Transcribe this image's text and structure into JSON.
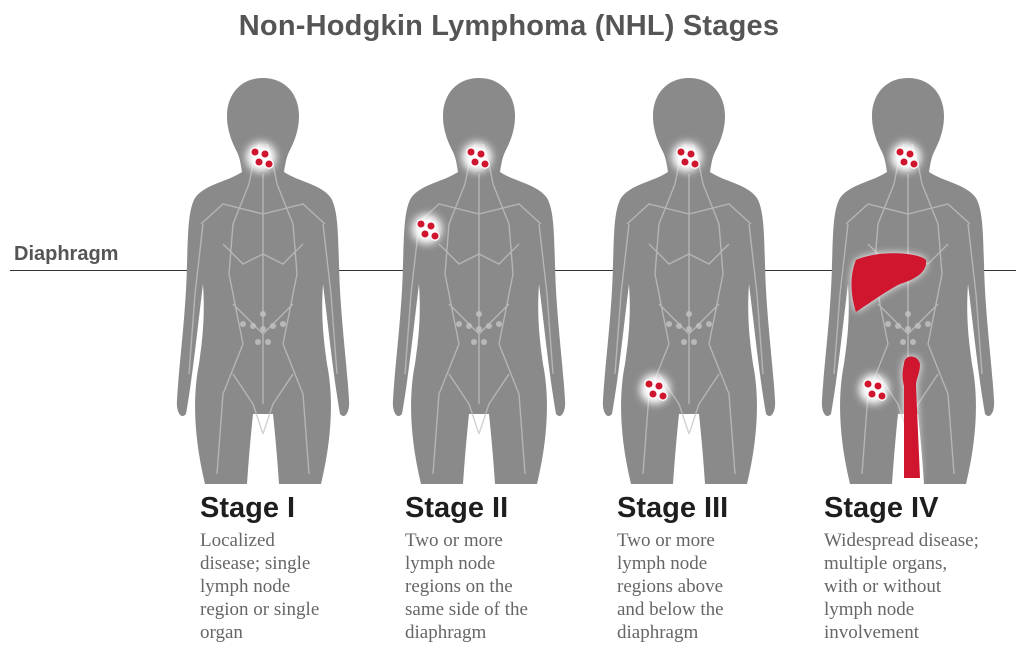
{
  "title": "Non-Hodgkin Lymphoma (NHL) Stages",
  "diaphragm_label": "Diaphragm",
  "colors": {
    "body": "#8a8a8a",
    "lymph_lines": "#c4c4c4",
    "disease": "#d0162f",
    "glow": "#ffffff",
    "text_title": "#555555",
    "stage_title": "#1e1e1e",
    "stage_desc": "#666666"
  },
  "stages": [
    {
      "title": "Stage I",
      "description": "Localized\ndisease; single\nlymph node\nregion or single\norgan",
      "affected": [
        "neck-lymph-nodes"
      ]
    },
    {
      "title": "Stage II",
      "description": "Two or more\nlymph node\nregions on the\nsame side of the\ndiaphragm",
      "affected": [
        "neck-lymph-nodes",
        "axillary-lymph-nodes"
      ]
    },
    {
      "title": "Stage III",
      "description": "Two or more\nlymph node\nregions above\nand below the\ndiaphragm",
      "affected": [
        "neck-lymph-nodes",
        "groin-lymph-nodes"
      ]
    },
    {
      "title": "Stage IV",
      "description": "Widespread disease;\nmultiple organs,\nwith or without\nlymph node\ninvolvement",
      "affected": [
        "neck-lymph-nodes",
        "liver",
        "groin-lymph-nodes",
        "femur-bone"
      ]
    }
  ]
}
